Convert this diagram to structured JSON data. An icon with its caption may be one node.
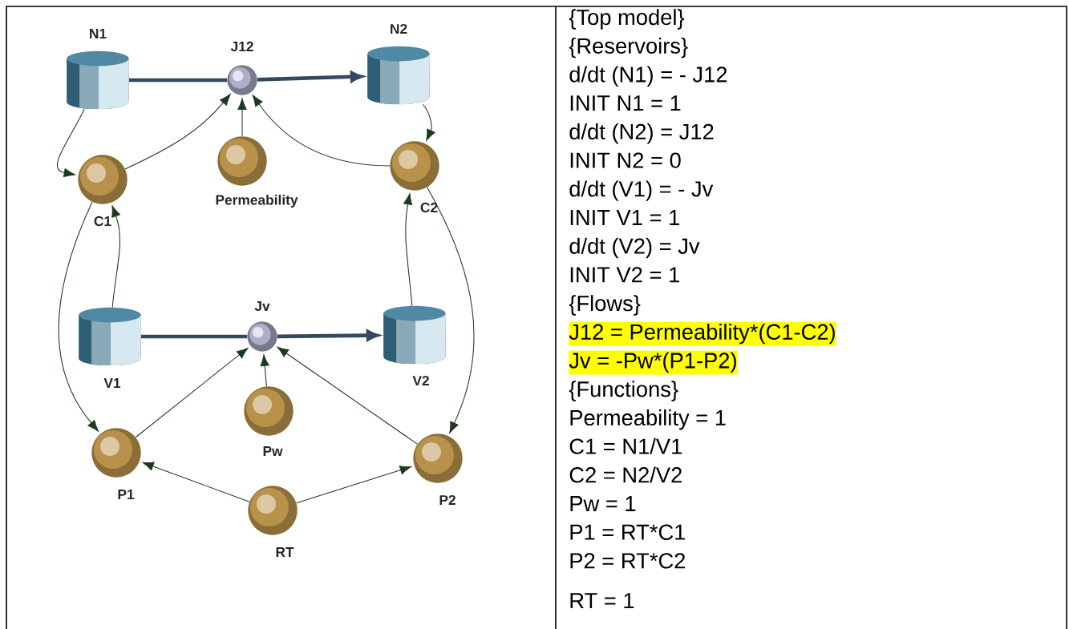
{
  "diagram": {
    "nodes": [
      {
        "text": [
          "N1"
        ]
      },
      {
        "text": [
          "J12"
        ]
      },
      {
        "text": [
          "N2"
        ]
      },
      {
        "text": [
          "C1"
        ]
      },
      {
        "text": [
          "Permeability"
        ]
      },
      {
        "text": [
          "C2"
        ]
      },
      {
        "text": [
          "V1"
        ]
      },
      {
        "text": [
          "Jv"
        ]
      },
      {
        "text": [
          "V2"
        ]
      },
      {
        "text": [
          "P1"
        ]
      },
      {
        "text": [
          "Pw"
        ]
      },
      {
        "text": [
          "P2"
        ]
      },
      {
        "text": [
          "RT"
        ]
      }
    ],
    "edges": [
      {
        "from": 0,
        "to": 1,
        "arrow": "none",
        "style": "thick",
        "color": "#34495e"
      },
      {
        "from": 1,
        "to": 2,
        "arrow": "to",
        "style": "thick",
        "color": "#34495e"
      },
      {
        "from": 0,
        "to": 3,
        "arrow": "to"
      },
      {
        "from": 3,
        "to": 1,
        "arrow": "to"
      },
      {
        "from": 4,
        "to": 1,
        "arrow": "to"
      },
      {
        "from": 5,
        "to": 1,
        "arrow": "to"
      },
      {
        "from": 2,
        "to": 5,
        "arrow": "to"
      },
      {
        "from": 6,
        "to": 3,
        "arrow": "to"
      },
      {
        "from": 8,
        "to": 5,
        "arrow": "to"
      },
      {
        "from": 3,
        "to": 9,
        "arrow": "to"
      },
      {
        "from": 5,
        "to": 11,
        "arrow": "to"
      },
      {
        "from": 6,
        "to": 7,
        "arrow": "none",
        "style": "thick",
        "color": "#34495e"
      },
      {
        "from": 7,
        "to": 8,
        "arrow": "to",
        "style": "thick",
        "color": "#34495e"
      },
      {
        "from": 9,
        "to": 7,
        "arrow": "to"
      },
      {
        "from": 10,
        "to": 7,
        "arrow": "to"
      },
      {
        "from": 11,
        "to": 7,
        "arrow": "to"
      },
      {
        "from": 12,
        "to": 9,
        "arrow": "to"
      },
      {
        "from": 12,
        "to": 11,
        "arrow": "to"
      }
    ],
    "labels": [
      "{Top model}",
      "{Reservoirs}",
      "d/dt (N1) = - J12",
      "INIT N1 = 1",
      "d/dt (N2) = J12",
      "INIT N2 = 0",
      "d/dt (V1) = - Jv",
      "INIT V1 = 1",
      "d/dt (V2) = Jv",
      "INIT V2 = 1",
      "{Flows}",
      "J12 = Permeability*(C1-C2)",
      "Jv = -Pw*(P1-P2)",
      "{Functions}",
      "Permeability = 1",
      "C1 = N1/V1",
      "C2 = N2/V2",
      "Pw = 1",
      "P1 = RT*C1",
      "P2 = RT*C2",
      "RT = 1"
    ]
  }
}
